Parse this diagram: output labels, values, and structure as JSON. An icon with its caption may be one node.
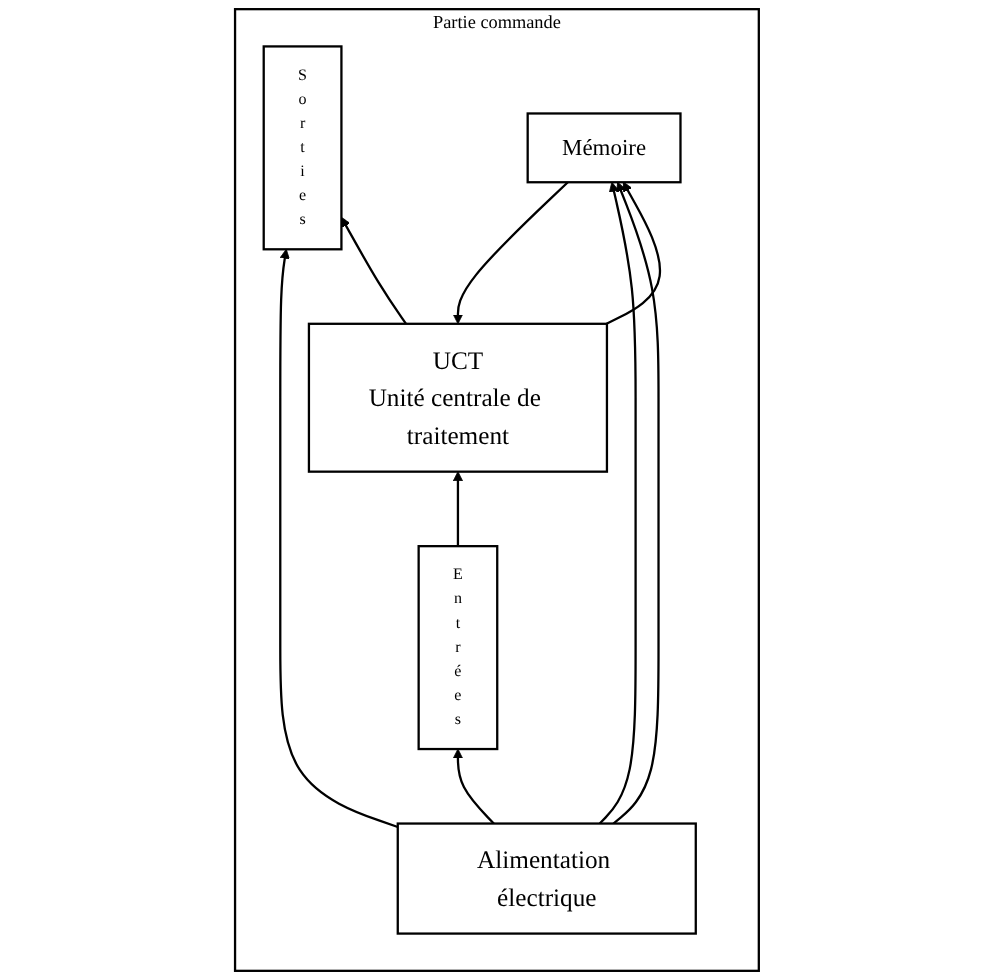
{
  "diagram": {
    "nodes": [
      {
        "text": [
          "Partie commande"
        ]
      },
      {
        "text": [
          "Entrées"
        ],
        "in": 0
      },
      {
        "text": [
          "UCT",
          "Unité centrale de traitement"
        ],
        "in": 0
      },
      {
        "text": [
          "Sorties"
        ],
        "in": 0
      },
      {
        "text": [
          "Mémoire"
        ],
        "in": 0
      },
      {
        "text": [
          "Alimentation électrique"
        ],
        "in": 0
      }
    ],
    "edges": [
      {
        "from": 1,
        "to": 2,
        "arrow": "to"
      },
      {
        "from": 2,
        "to": 3,
        "arrow": "to"
      },
      {
        "from": 2,
        "to": 4,
        "arrow": "to"
      },
      {
        "from": 4,
        "to": 2,
        "arrow": "to"
      },
      {
        "from": 5,
        "to": 1,
        "arrow": "to"
      },
      {
        "from": 5,
        "to": 4,
        "arrow": "to"
      },
      {
        "from": 5,
        "to": 4,
        "arrow": "to"
      },
      {
        "from": 5,
        "to": 3,
        "arrow": "to"
      }
    ]
  }
}
